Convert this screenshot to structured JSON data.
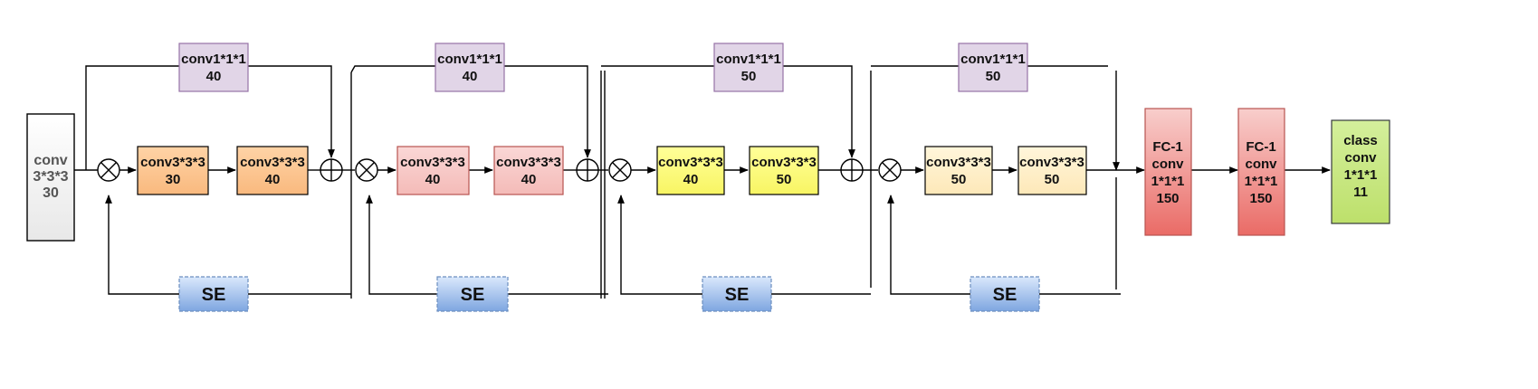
{
  "input_block": {
    "line1": "conv",
    "line2": "3*3*3",
    "line3": "30"
  },
  "skip_blocks": [
    {
      "line1": "conv1*1*1",
      "line2": "40"
    },
    {
      "line1": "conv1*1*1",
      "line2": "40"
    },
    {
      "line1": "conv1*1*1",
      "line2": "50"
    },
    {
      "line1": "conv1*1*1",
      "line2": "50"
    }
  ],
  "stages": [
    {
      "color": "#fcc99a",
      "conv_a": {
        "line1": "conv3*3*3",
        "line2": "30"
      },
      "conv_b": {
        "line1": "conv3*3*3",
        "line2": "40"
      },
      "se": "SE"
    },
    {
      "color": "#f8cecc",
      "conv_a": {
        "line1": "conv3*3*3",
        "line2": "40"
      },
      "conv_b": {
        "line1": "conv3*3*3",
        "line2": "40"
      },
      "se": "SE"
    },
    {
      "color": "#ffff88",
      "conv_a": {
        "line1": "conv3*3*3",
        "line2": "40"
      },
      "conv_b": {
        "line1": "conv3*3*3",
        "line2": "50"
      },
      "se": "SE"
    },
    {
      "color": "#fff2cc",
      "conv_a": {
        "line1": "conv3*3*3",
        "line2": "50"
      },
      "conv_b": {
        "line1": "conv3*3*3",
        "line2": "50"
      },
      "se": "SE"
    }
  ],
  "fc_blocks": [
    {
      "line1": "FC-1",
      "line2": "conv",
      "line3": "1*1*1",
      "line4": "150"
    },
    {
      "line1": "FC-1",
      "line2": "conv",
      "line3": "1*1*1",
      "line4": "150"
    }
  ],
  "class_block": {
    "line1": "class",
    "line2": "conv",
    "line3": "1*1*1",
    "line4": "11"
  },
  "colors": {
    "skip_fill": "#e1d5e7",
    "skip_stroke": "#9673a6",
    "input_fill": "#f5f5f5",
    "fc_fill": "#f8cecc",
    "fc_stroke": "#b85450",
    "class_fill": "#cdeb8b",
    "class_stroke": "#36393d",
    "se_fill": "#a9c4eb",
    "se_stroke": "#6c8ebf"
  }
}
